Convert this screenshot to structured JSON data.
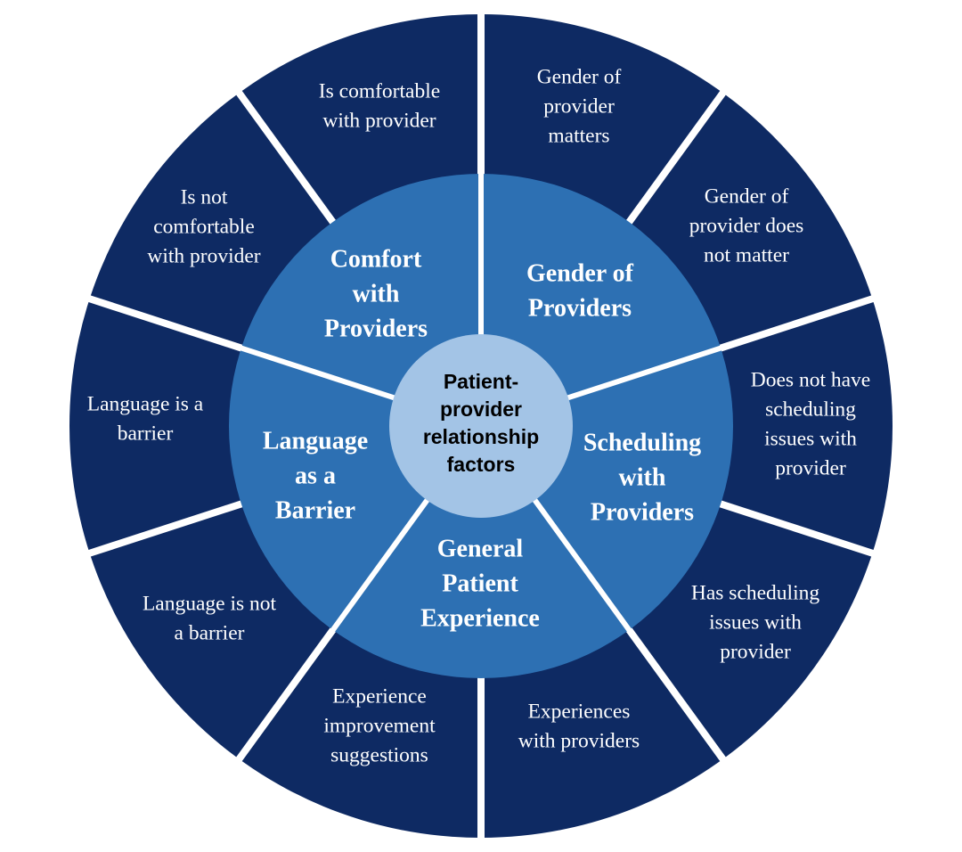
{
  "colors": {
    "outer_ring": "#0e2a63",
    "middle_ring": "#2d70b3",
    "center": "#a3c4e6",
    "divider": "#ffffff",
    "outer_text": "#ffffff",
    "middle_text": "#ffffff",
    "center_text": "#000000"
  },
  "center": {
    "lines": [
      "Patient-",
      "provider",
      "relationship",
      "factors"
    ]
  },
  "categories": [
    {
      "id": "comfort",
      "lines": [
        "Comfort",
        "with",
        "Providers"
      ]
    },
    {
      "id": "gender",
      "lines": [
        "Gender of",
        "Providers"
      ]
    },
    {
      "id": "scheduling",
      "lines": [
        "Scheduling",
        "with",
        "Providers"
      ]
    },
    {
      "id": "experience",
      "lines": [
        "General",
        "Patient",
        "Experience"
      ]
    },
    {
      "id": "language",
      "lines": [
        "Language",
        "as a",
        "Barrier"
      ]
    }
  ],
  "subfactors": [
    {
      "id": "comfortable",
      "lines": [
        "Is comfortable",
        "with provider"
      ]
    },
    {
      "id": "gender-matters",
      "lines": [
        "Gender of",
        "provider",
        "matters"
      ]
    },
    {
      "id": "gender-not-matter",
      "lines": [
        "Gender of",
        "provider does",
        "not matter"
      ]
    },
    {
      "id": "no-scheduling-issues",
      "lines": [
        "Does not have",
        "scheduling",
        "issues with",
        "provider"
      ]
    },
    {
      "id": "scheduling-issues",
      "lines": [
        "Has scheduling",
        "issues with",
        "provider"
      ]
    },
    {
      "id": "experiences-providers",
      "lines": [
        "Experiences",
        "with providers"
      ]
    },
    {
      "id": "improvement-suggestions",
      "lines": [
        "Experience",
        "improvement",
        "suggestions"
      ]
    },
    {
      "id": "language-not-barrier",
      "lines": [
        "Language is not",
        "a barrier"
      ]
    },
    {
      "id": "language-barrier",
      "lines": [
        "Language is a",
        "barrier"
      ]
    },
    {
      "id": "not-comfortable",
      "lines": [
        "Is not",
        "comfortable",
        "with provider"
      ]
    }
  ]
}
